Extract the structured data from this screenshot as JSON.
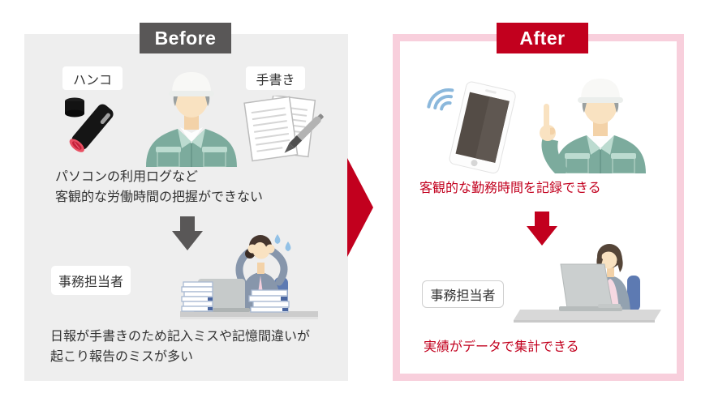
{
  "palette": {
    "page_bg": "#ffffff",
    "before_bg": "#eeeeee",
    "before_header_bg": "#595757",
    "accent_red": "#c2001e",
    "after_border_pink": "#f8cfdc",
    "text_dark": "#333333",
    "worker_green": "#7cab9d",
    "sweat_blue": "#92c1e6",
    "wifi_blue": "#8bb8dc"
  },
  "before": {
    "header": "Before",
    "tag_hanko": "ハンコ",
    "tag_tegaki": "手書き",
    "caption1_line1": "パソコンの利用ログなど",
    "caption1_line2": "客観的な労働時間の把握ができない",
    "role_label": "事務担当者",
    "caption2_line1": "日報が手書きのため記入ミスや記憶間違いが",
    "caption2_line2": "起こり報告のミスが多い",
    "icons": [
      "hanko-stamp-icon",
      "worker-icon",
      "handwritten-papers-icon",
      "down-arrow-icon",
      "stressed-office-worker-icon"
    ]
  },
  "after": {
    "header": "After",
    "caption1": "客観的な勤務時間を記録できる",
    "role_label": "事務担当者",
    "caption2": "実績がデータで集計できる",
    "icons": [
      "wifi-tablet-icon",
      "worker-pointing-icon",
      "down-arrow-icon",
      "office-worker-laptop-icon"
    ]
  },
  "transition": {
    "direction": "before-to-after"
  }
}
